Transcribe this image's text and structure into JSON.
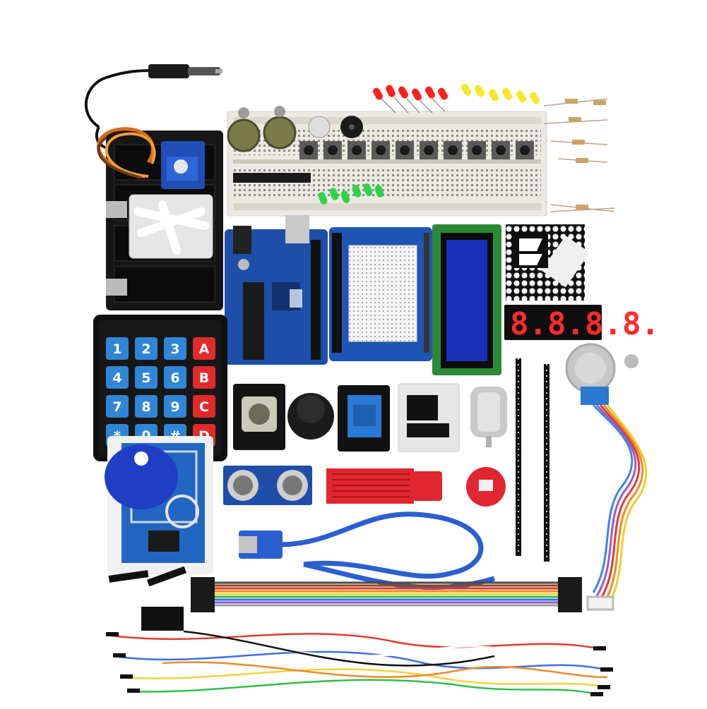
{
  "image": {
    "description_role": "product photo of an electronics starter kit on white background",
    "background": "#ffffff"
  },
  "keypad": {
    "keys": [
      [
        "1",
        "2",
        "3",
        "A"
      ],
      [
        "4",
        "5",
        "6",
        "B"
      ],
      [
        "7",
        "8",
        "9",
        "C"
      ],
      [
        "*",
        "0",
        "#",
        "D"
      ]
    ],
    "digit_key_color": "#2f86d6",
    "letter_key_color": "#e22a2a"
  },
  "seven_segment": {
    "display_text": "8.8.8.8."
  },
  "colors": {
    "board_blue": "#1d4fa8",
    "breadboard": "#ece9e2",
    "lcd_blue": "#1c2fb8",
    "usb_cable": "#2a5fd0",
    "red_sensor": "#e0262e"
  }
}
